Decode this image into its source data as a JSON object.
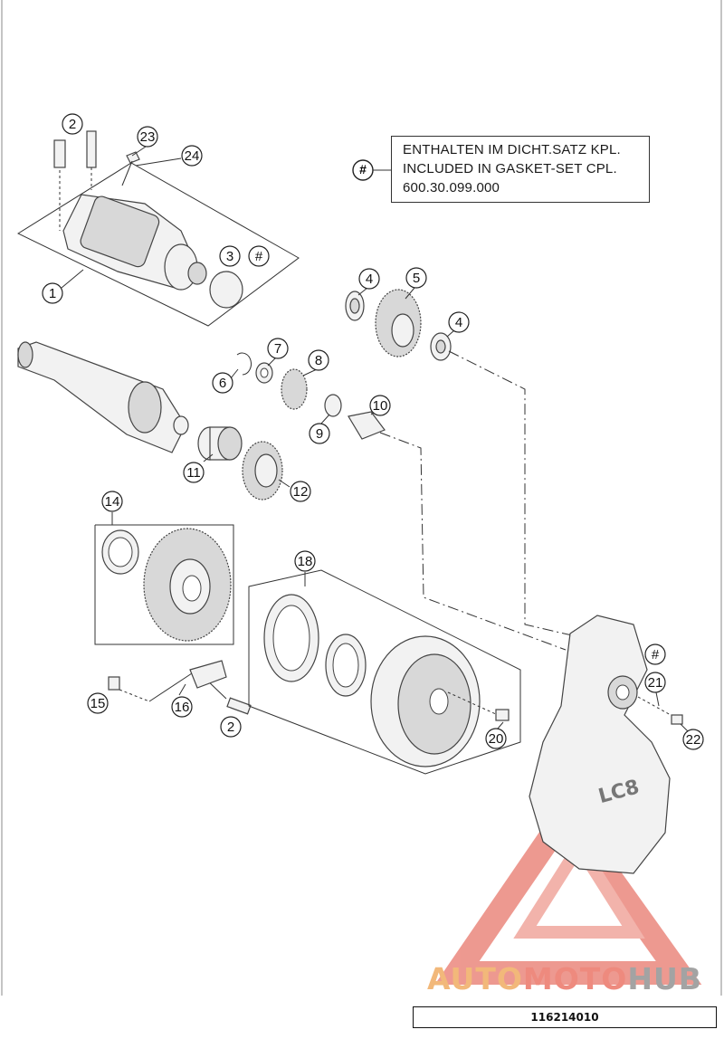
{
  "note": {
    "symbol": "#",
    "line1": "ENTHALTEN IM DICHT.SATZ KPL.",
    "line2": "INCLUDED IN GASKET-SET CPL.",
    "line3": "600.30.099.000"
  },
  "drawing_number": "116214010",
  "watermark": {
    "part1": "AUTO",
    "part2": "MOTO",
    "part3": "HUB"
  },
  "callouts": {
    "c1": "1",
    "c2a": "2",
    "c2b": "2",
    "c3": "3",
    "c3hash": "#",
    "c4a": "4",
    "c4b": "4",
    "c5": "5",
    "c6": "6",
    "c7": "7",
    "c8": "8",
    "c9": "9",
    "c10": "10",
    "c11": "11",
    "c12": "12",
    "c14": "14",
    "c15": "15",
    "c16": "16",
    "c18": "18",
    "c20": "20",
    "c21": "21",
    "c21hash": "#",
    "c22": "22",
    "c23": "23",
    "c24": "24"
  },
  "colors": {
    "line": "#333333",
    "watermark_red": "#e8776c",
    "watermark_orange": "#f2b87a"
  }
}
